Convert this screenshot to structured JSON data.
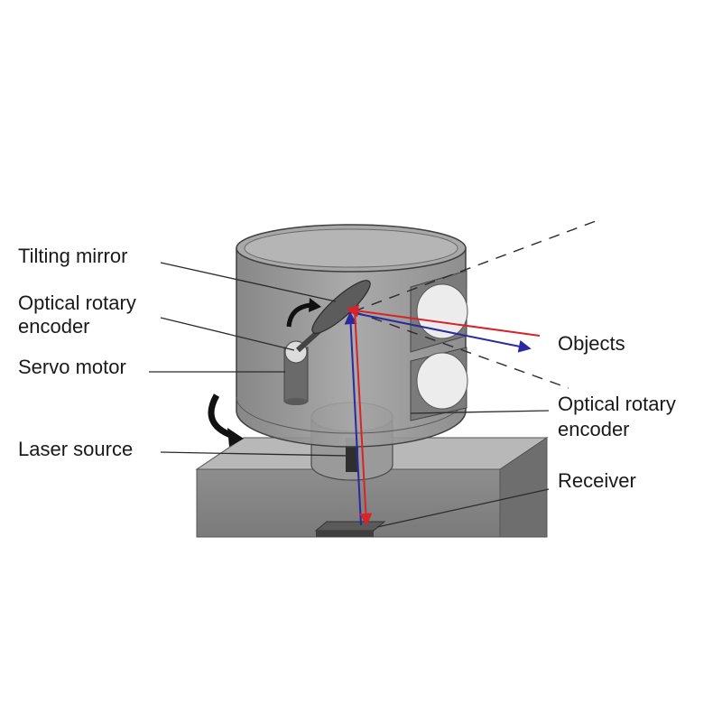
{
  "labels": {
    "tilting_mirror": "Tilting mirror",
    "optical_rotary_encoder_left": [
      "Optical rotary",
      "encoder"
    ],
    "servo_motor": "Servo motor",
    "laser_source": "Laser source",
    "objects": "Objects",
    "optical_rotary_encoder_right": [
      "Optical rotary",
      "encoder"
    ],
    "receiver": "Receiver"
  },
  "colors": {
    "emitted_beam": "#d8232a",
    "returned_beam": "#2a2a9c",
    "housing": "#8c8c8c",
    "housing_dark": "#6b6b6b",
    "window_lens": "#e9e9e9"
  }
}
